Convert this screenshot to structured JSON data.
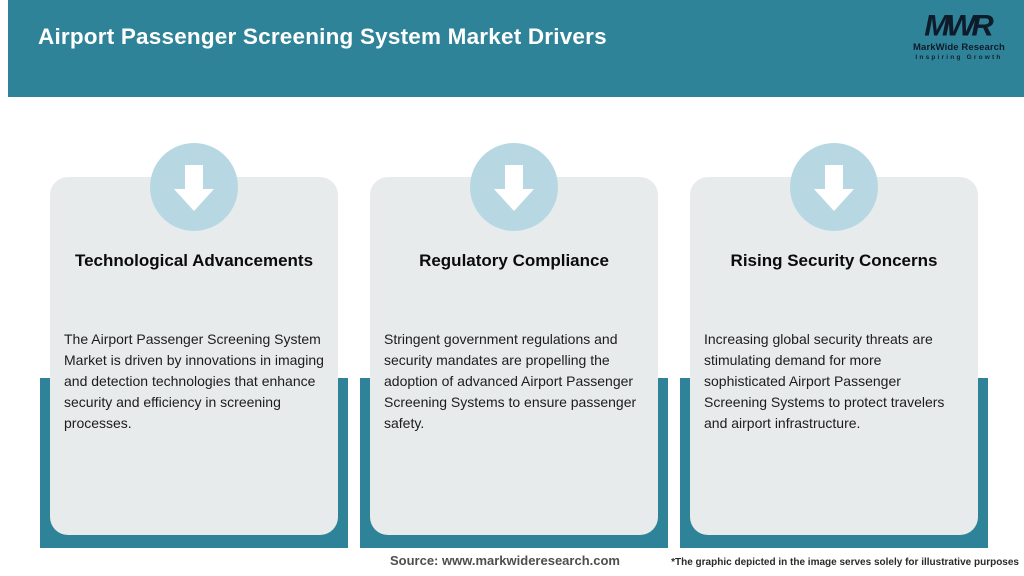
{
  "header": {
    "title": "Airport Passenger Screening System Market Drivers",
    "logo": {
      "monogram": "MWR",
      "name": "MarkWide Research",
      "tagline": "Inspiring Growth"
    }
  },
  "cards": [
    {
      "icon": "down-arrow-icon",
      "title": "Technological Advancements",
      "description": "The Airport Passenger Screening System Market is driven by innovations in imaging and detection technologies that enhance security and efficiency in screening processes."
    },
    {
      "icon": "down-arrow-icon",
      "title": "Regulatory Compliance",
      "description": "Stringent government regulations and security mandates are propelling the adoption of advanced Airport Passenger Screening Systems to ensure passenger safety."
    },
    {
      "icon": "down-arrow-icon",
      "title": "Rising Security Concerns",
      "description": "Increasing global security threats are stimulating demand for more sophisticated Airport Passenger Screening Systems to protect travelers and airport infrastructure."
    }
  ],
  "footer": {
    "source": "Source: www.markwideresearch.com",
    "disclaimer": "*The graphic depicted in the image serves solely for illustrative purposes"
  },
  "colors": {
    "teal": "#2F8398",
    "card_background": "#E8EBEC",
    "circle_background": "#B7D8E3",
    "arrow": "#FFFFFF",
    "title_text": "#FFFFFF",
    "logo_text": "#0E1B2A"
  }
}
